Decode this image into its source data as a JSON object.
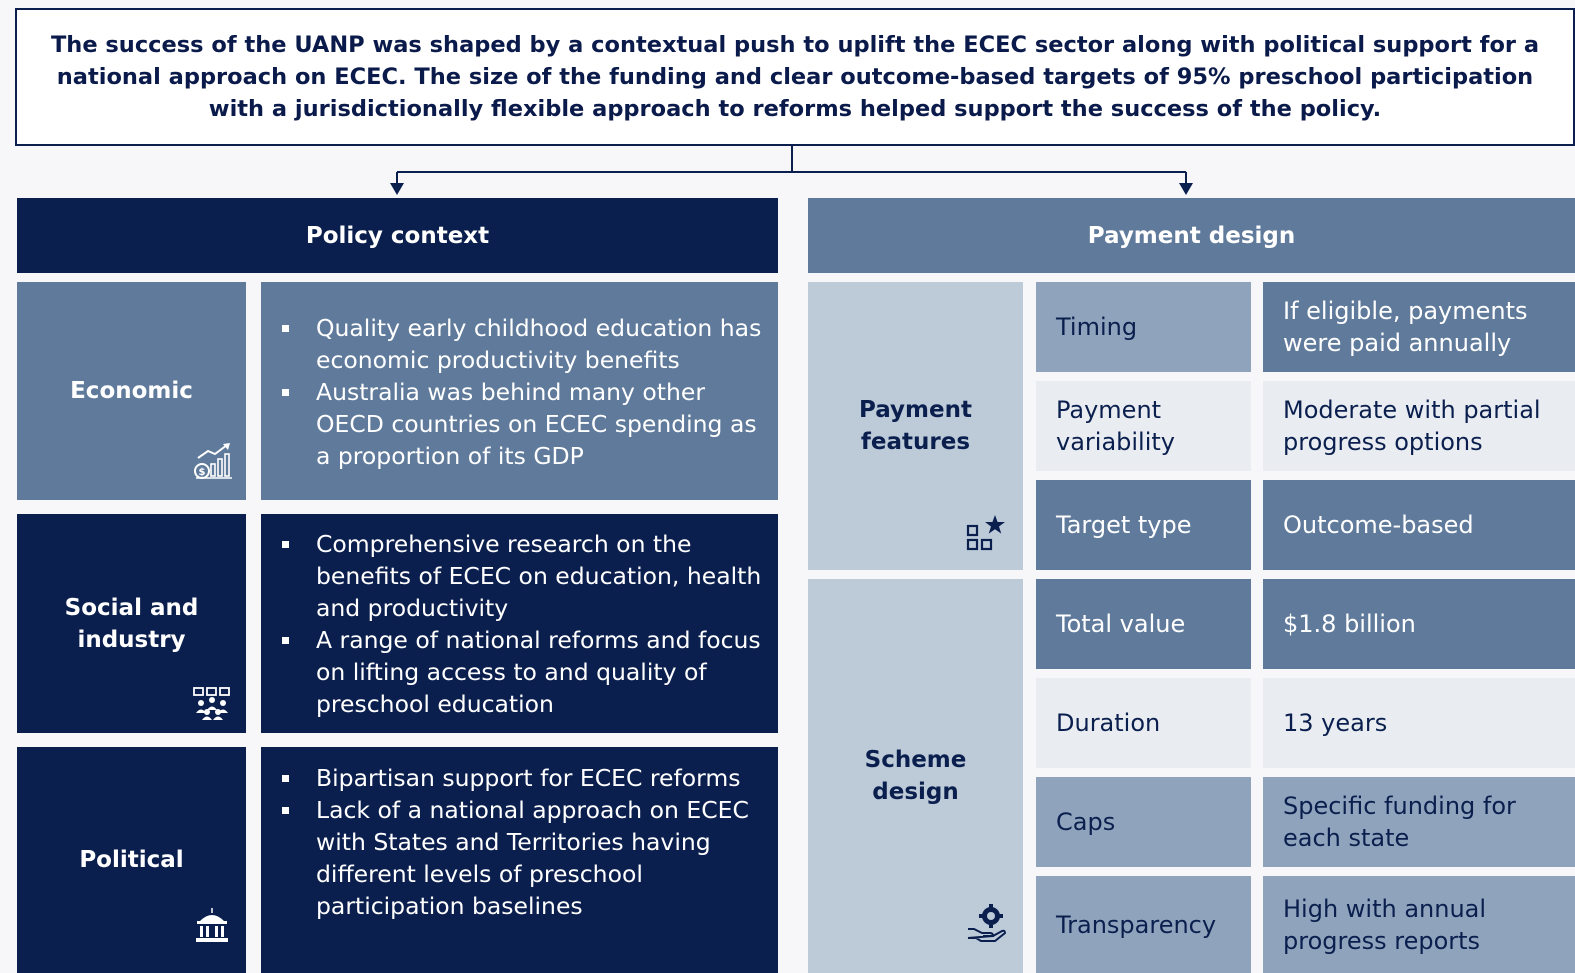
{
  "summary": "The success of the UANP was shaped by a contextual push to uplift the ECEC sector along with political support for a national approach on ECEC.  The size of the funding and clear outcome-based targets of 95% preschool participation with a jurisdictionally flexible approach to reforms helped support the success of the policy.",
  "policy_context": {
    "header": "Policy context",
    "rows": [
      {
        "label": "Economic",
        "icon": "economic-growth-icon",
        "bullets": [
          "Quality early childhood education has economic productivity benefits",
          "Australia was behind many other OECD countries on ECEC spending as a proportion of its GDP"
        ]
      },
      {
        "label": "Social and industry",
        "icon": "people-network-icon",
        "bullets": [
          "Comprehensive research on the benefits of ECEC on education, health and productivity",
          "A range of national reforms and focus on lifting access to and quality of preschool education"
        ]
      },
      {
        "label": "Political",
        "icon": "government-building-icon",
        "bullets": [
          "Bipartisan support for ECEC reforms",
          "Lack of a national approach on ECEC with States and Territories having different levels of preschool participation baselines"
        ]
      }
    ]
  },
  "payment_design": {
    "header": "Payment design",
    "groups": [
      {
        "label": "Payment features",
        "icon": "features-star-icon"
      },
      {
        "label": "Scheme design",
        "icon": "hand-gear-icon"
      }
    ],
    "rows": [
      {
        "key": "Timing",
        "value": "If eligible, payments were paid annually"
      },
      {
        "key": "Payment variability",
        "value": "Moderate with partial progress options"
      },
      {
        "key": "Target type",
        "value": "Outcome-based"
      },
      {
        "key": "Total value",
        "value": "$1.8 billion"
      },
      {
        "key": "Duration",
        "value": "13 years"
      },
      {
        "key": "Caps",
        "value": "Specific funding for each state"
      },
      {
        "key": "Transparency",
        "value": "High with annual progress reports"
      }
    ]
  },
  "colors": {
    "navy": "#0b1f4e",
    "slate": "#5f7a9b",
    "light_slate": "#bdcbd9",
    "pale": "#e9edf2",
    "mid": "#8fa4bc"
  }
}
